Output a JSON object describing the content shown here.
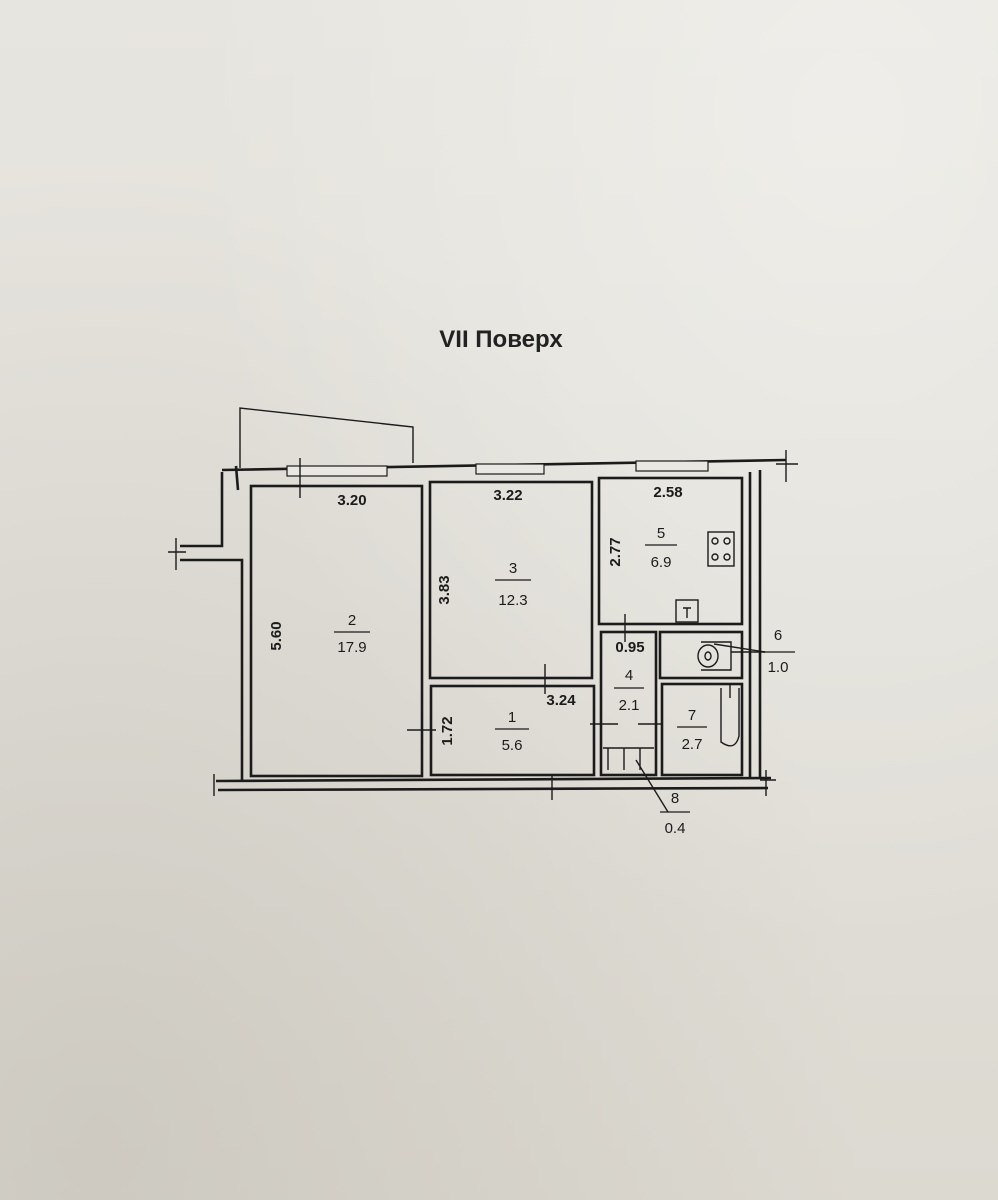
{
  "title": "VII Поверх",
  "rooms": [
    {
      "number": "1",
      "area": "5.6"
    },
    {
      "number": "2",
      "area": "17.9"
    },
    {
      "number": "3",
      "area": "12.3"
    },
    {
      "number": "4",
      "area": "2.1"
    },
    {
      "number": "5",
      "area": "6.9"
    },
    {
      "number": "6",
      "area": "1.0"
    },
    {
      "number": "7",
      "area": "2.7"
    },
    {
      "number": "8",
      "area": "0.4"
    }
  ],
  "dimensions": {
    "room2_width": "3.20",
    "room2_length": "5.60",
    "room3_width": "3.22",
    "room3_length": "3.83",
    "room5_width": "2.58",
    "room5_length": "2.77",
    "room1_width": "3.24",
    "room1_length": "1.72",
    "room4_width": "0.95"
  }
}
